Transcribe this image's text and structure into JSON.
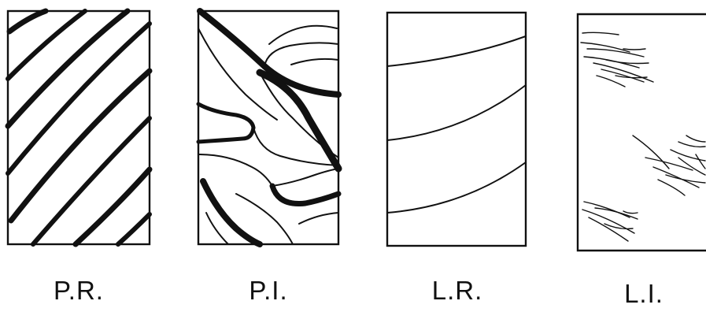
{
  "panels": [
    {
      "id": "pr",
      "label": "P.R."
    },
    {
      "id": "pi",
      "label": "P.I."
    },
    {
      "id": "lr",
      "label": "L.R."
    },
    {
      "id": "li",
      "label": "L.I."
    }
  ],
  "colors": {
    "ink": "#111111",
    "background": "#ffffff"
  }
}
